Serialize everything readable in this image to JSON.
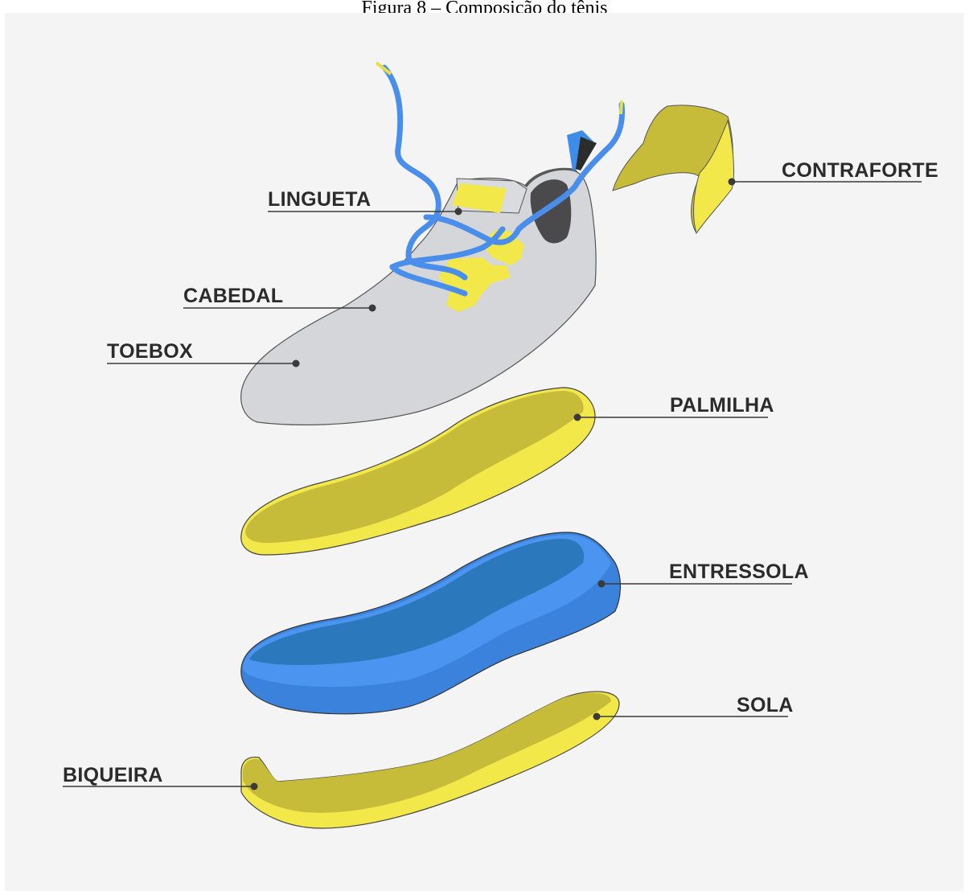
{
  "caption": "Figura 8 – Composição do tênis",
  "labels": {
    "lingueta": "LINGUETA",
    "cabedal": "CABEDAL",
    "toebox": "TOEBOX",
    "contraforte": "CONTRAFORTE",
    "palmilha": "PALMILHA",
    "entressola": "ENTRESSOLA",
    "sola": "SOLA",
    "biqueira": "BIQUEIRA"
  },
  "colors": {
    "background": "#f4f4f4",
    "upper_gray": "#d4d6d9",
    "lace_blue": "#4a8eec",
    "olive": "#c6bc3a",
    "yellow": "#f2e84a",
    "midsole_dark": "#2b78bd",
    "midsole_light": "#4b94f0",
    "midsole_side": "#3a82dc",
    "line": "#3a3a3a"
  }
}
